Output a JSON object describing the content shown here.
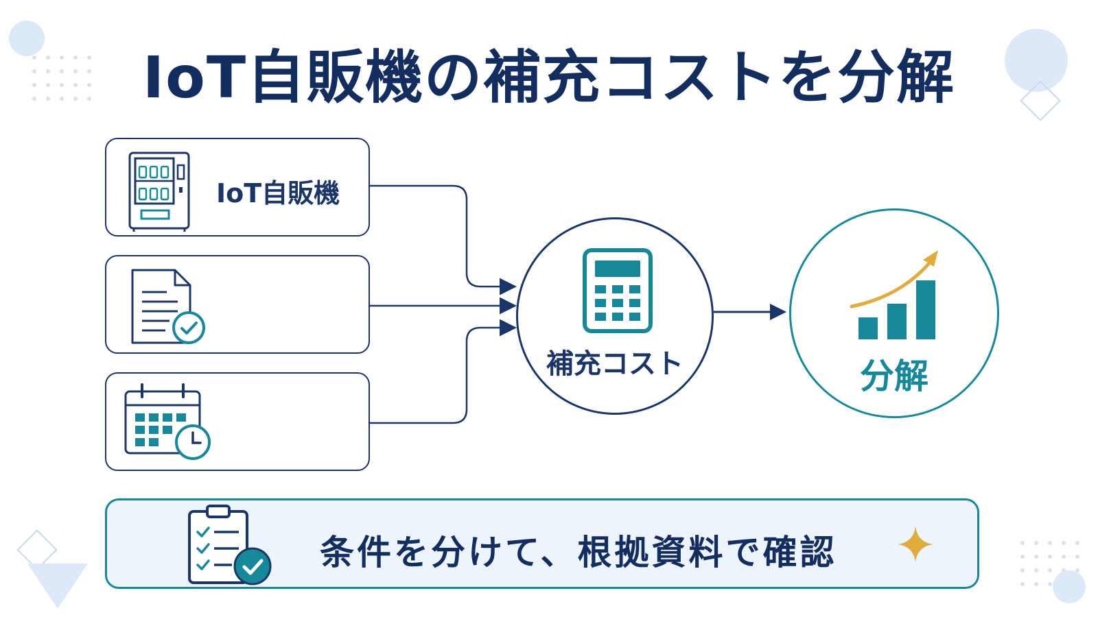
{
  "title": "IoT自販機の補充コストを分解",
  "inputs": [
    {
      "label": "IoT自販機",
      "icon": "vending-machine-icon"
    },
    {
      "label": "",
      "icon": "document-check-icon"
    },
    {
      "label": "",
      "icon": "calendar-clock-icon"
    }
  ],
  "center": {
    "label": "補充コスト",
    "icon": "calculator-icon"
  },
  "result": {
    "label": "分解",
    "icon": "growth-chart-icon"
  },
  "banner": {
    "text": "条件を分けて、根拠資料で確認",
    "icon": "clipboard-check-icon",
    "accent_icon": "sparkle-icon"
  },
  "colors": {
    "navy": "#1b3566",
    "teal": "#17889a",
    "gold": "#e0ac3c",
    "pale_blue": "#dde9f8"
  }
}
